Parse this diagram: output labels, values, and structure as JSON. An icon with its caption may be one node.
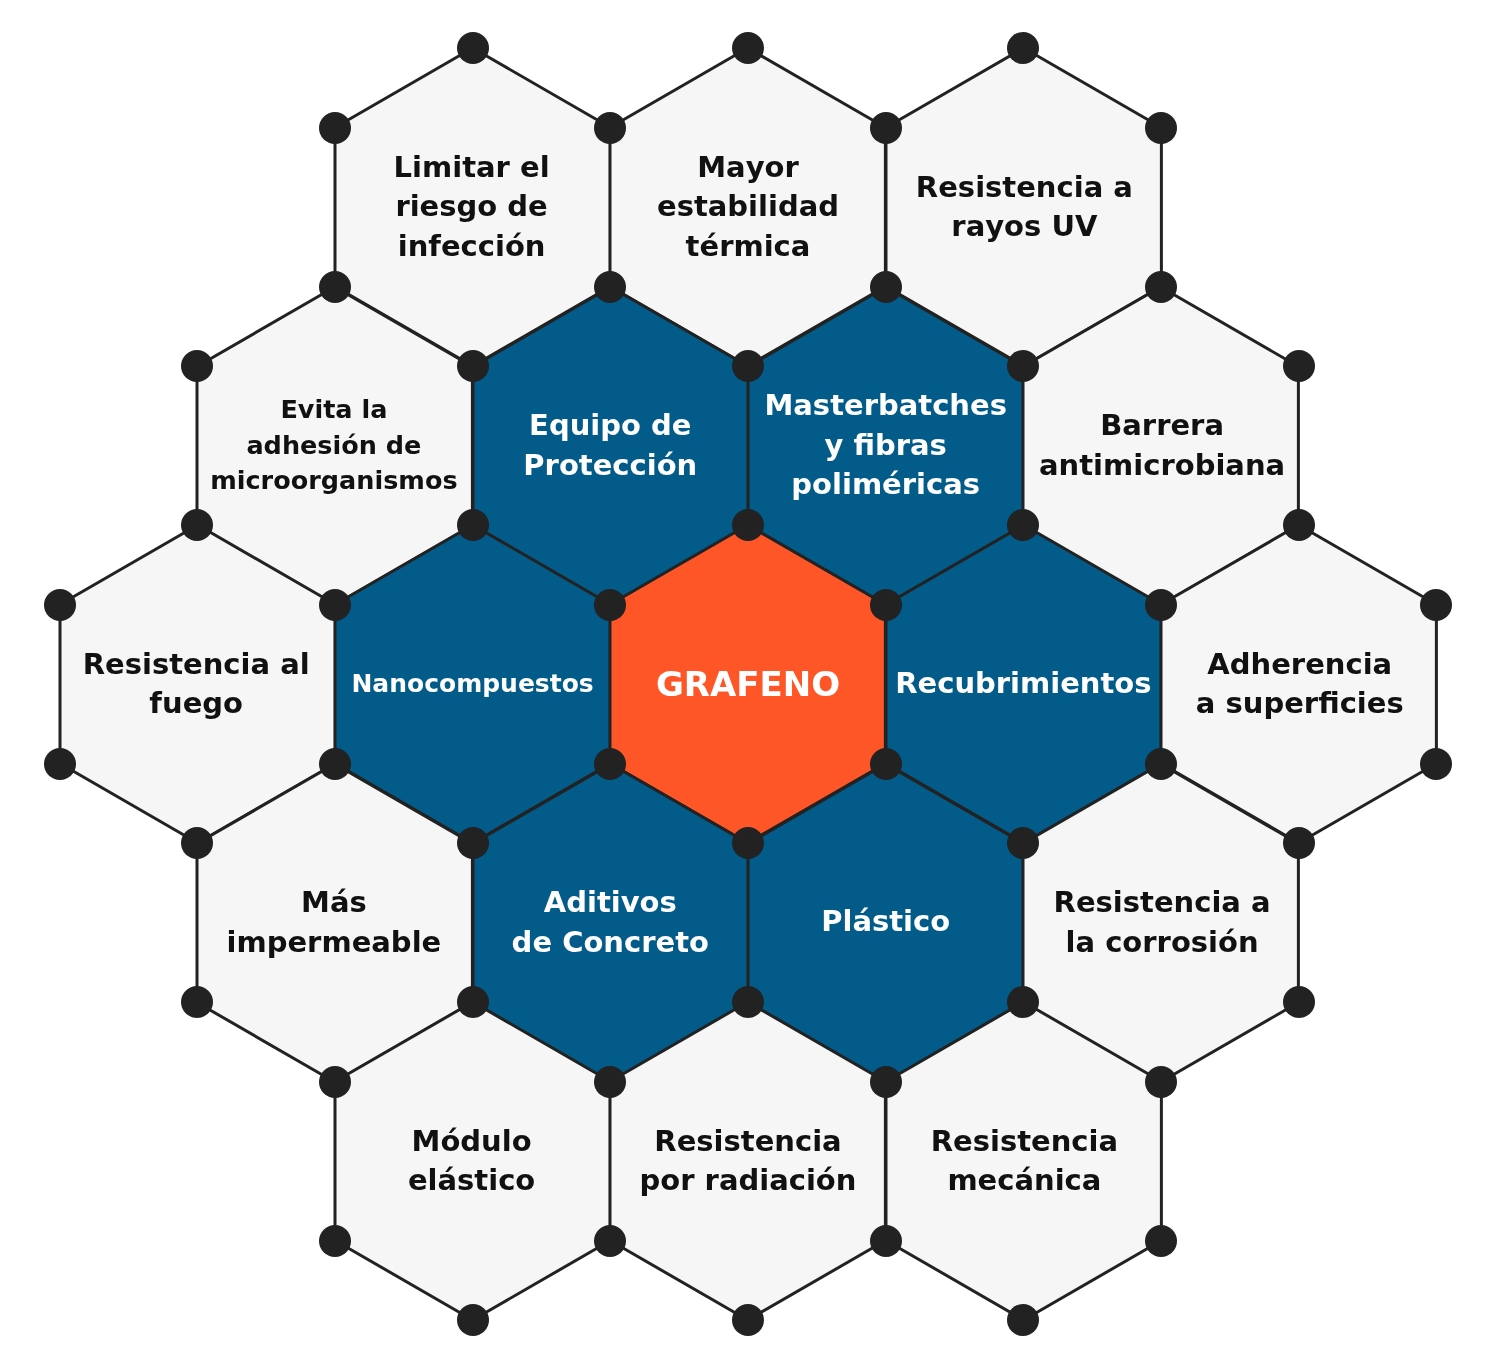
{
  "diagram": {
    "nodes": [
      {
        "text": [
          "Limitar el riesgo de infección"
        ]
      },
      {
        "text": [
          "Mayor estabilidad térmica"
        ]
      },
      {
        "text": [
          "Resistencia a rayos UV"
        ]
      },
      {
        "text": [
          "Evita la adhesión de microorganismos"
        ]
      },
      {
        "text": [
          "Equipo de Protección"
        ]
      },
      {
        "text": [
          "Masterbatches y fibras poliméricas"
        ]
      },
      {
        "text": [
          "Barrera antimicrobiana"
        ]
      },
      {
        "text": [
          "Resistencia al fuego"
        ]
      },
      {
        "text": [
          "Nanocompuestos"
        ]
      },
      {
        "text": [
          "GRAFENO"
        ]
      },
      {
        "text": [
          "Recubrimientos"
        ]
      },
      {
        "text": [
          "Adherencia a superficies"
        ]
      },
      {
        "text": [
          "Más impermeable"
        ]
      },
      {
        "text": [
          "Aditivos de Concreto"
        ]
      },
      {
        "text": [
          "Plástico"
        ]
      },
      {
        "text": [
          "Resistencia a la corrosión"
        ]
      },
      {
        "text": [
          "Módulo elástico"
        ]
      },
      {
        "text": [
          "Resistencia por radiación"
        ]
      },
      {
        "text": [
          "Resistencia mecánica"
        ]
      }
    ]
  }
}
